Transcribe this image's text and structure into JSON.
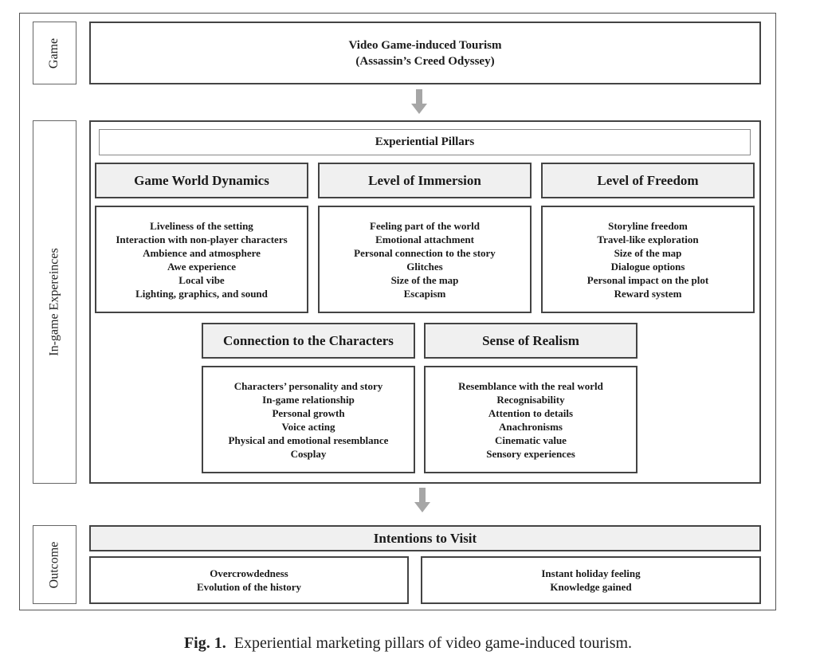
{
  "sections": {
    "game": "Game",
    "in_game": "In-game Expereinces",
    "outcome": "Outcome"
  },
  "game_box": {
    "line1": "Video Game-induced Tourism",
    "line2": "(Assassin’s Creed Odyssey)"
  },
  "experiential_pillars_label": "Experiential Pillars",
  "pillars": [
    {
      "title": "Game World Dynamics",
      "items": [
        "Liveliness of the setting",
        "Interaction with non-player characters",
        "Ambience and atmosphere",
        "Awe experience",
        "Local vibe",
        "Lighting, graphics, and sound"
      ]
    },
    {
      "title": "Level of Immersion",
      "items": [
        "Feeling part of the world",
        "Emotional attachment",
        "Personal connection to the story",
        "Glitches",
        "Size of the map",
        "Escapism"
      ]
    },
    {
      "title": "Level of Freedom",
      "items": [
        "Storyline freedom",
        "Travel-like exploration",
        "Size of the map",
        "Dialogue options",
        "Personal impact on the plot",
        "Reward system"
      ]
    },
    {
      "title": "Connection to the Characters",
      "items": [
        "Characters’ personality and story",
        "In-game relationship",
        "Personal growth",
        "Voice acting",
        "Physical and emotional resemblance",
        "Cosplay"
      ]
    },
    {
      "title": "Sense of Realism",
      "items": [
        "Resemblance with the real world",
        "Recognisability",
        "Attention to details",
        "Anachronisms",
        "Cinematic value",
        "Sensory experiences"
      ]
    }
  ],
  "outcome": {
    "title": "Intentions to Visit",
    "left_items": [
      "Overcrowdedness",
      "Evolution of the history"
    ],
    "right_items": [
      "Instant holiday feeling",
      "Knowledge gained"
    ]
  },
  "caption": {
    "label": "Fig. 1.",
    "text": "Experiential marketing pillars of video game-induced tourism."
  },
  "colors": {
    "header_fill": "#f0f0f0",
    "arrow": "#a6a6a6",
    "border": "#444444"
  }
}
